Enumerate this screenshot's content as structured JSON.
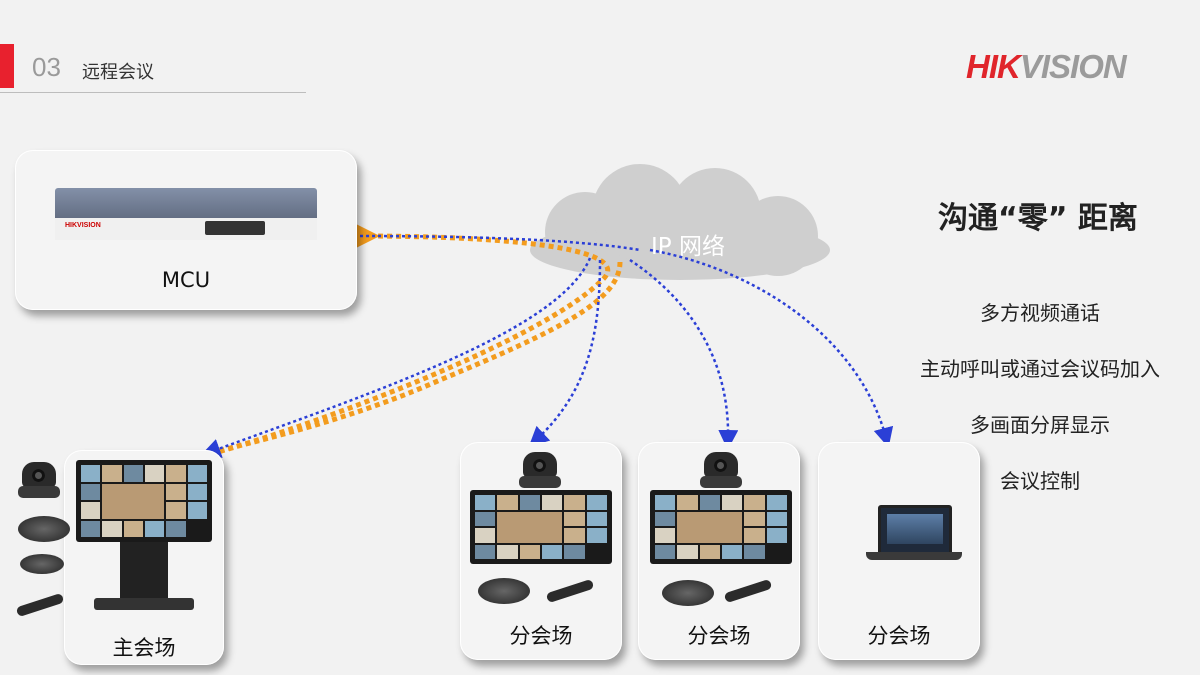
{
  "header": {
    "section_number": "03",
    "section_title": "远程会议"
  },
  "logo": {
    "text_main": "HIK",
    "text_accent": "VISION",
    "colors": {
      "red": "#e0252b",
      "grey": "#9b9b9b"
    }
  },
  "network": {
    "label": "IP 网络"
  },
  "mcu": {
    "label": "MCU",
    "device_brand": "HIKVISION"
  },
  "sites": [
    {
      "label": "主会场"
    },
    {
      "label": "分会场"
    },
    {
      "label": "分会场"
    },
    {
      "label": "分会场"
    }
  ],
  "tagline": "沟通“零” 距离",
  "features": [
    "多方视频通话",
    "主动呼叫或通过会议码加入",
    "多画面分屏显示",
    "会议控制"
  ],
  "link_colors": {
    "main_site": "#f39c1e",
    "branch_sites": "#2b3fd6"
  }
}
